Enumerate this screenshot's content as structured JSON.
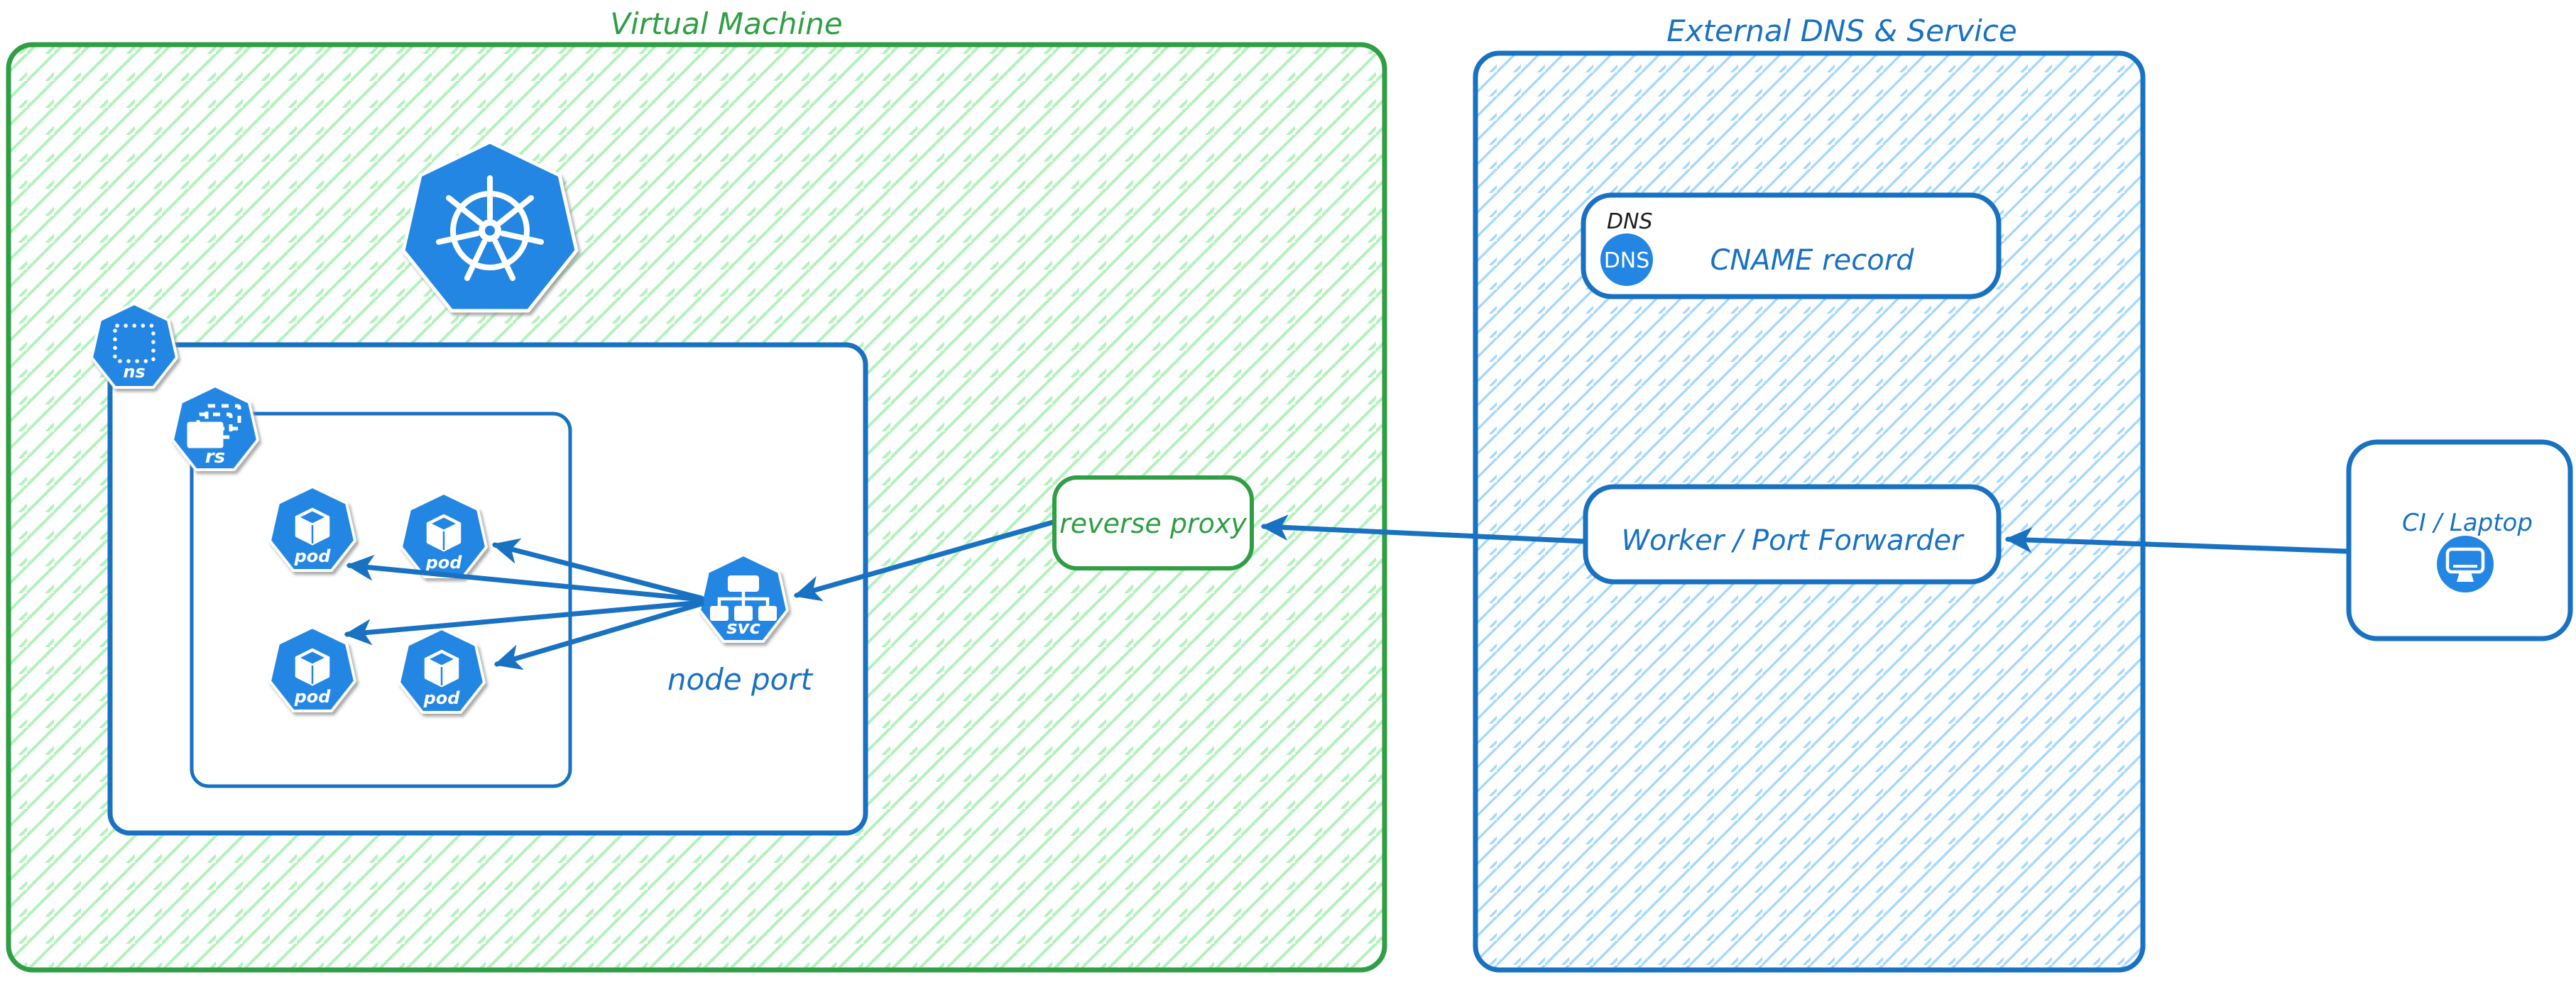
{
  "diagram": {
    "vm_frame": {
      "title": "Virtual Machine"
    },
    "external_frame": {
      "title": "External DNS & Service"
    },
    "badges": {
      "namespace": "ns",
      "replicaset": "rs",
      "pod": "pod",
      "service": "svc"
    },
    "captions": {
      "node_port": "node port"
    },
    "boxes": {
      "reverse_proxy": "reverse proxy",
      "dns_tag": "DNS",
      "dns_icon_text": "DNS",
      "dns_label": "CNAME record",
      "worker": "Worker / Port Forwarder",
      "ci": "CI / Laptop"
    },
    "icons": [
      "kubernetes-logo-icon",
      "namespace-icon",
      "replicaset-icon",
      "pod-cube-icon",
      "service-tree-icon",
      "dns-circle-icon",
      "monitor-icon"
    ],
    "colors": {
      "green_stroke": "#2f9e44",
      "green_hatch": "#b2f2bb",
      "blue_stroke": "#1971c2",
      "blue_hatch": "#a5d8ff",
      "icon_blue": "#2386e2",
      "black_text": "#1e1e1e",
      "white": "#ffffff"
    }
  }
}
